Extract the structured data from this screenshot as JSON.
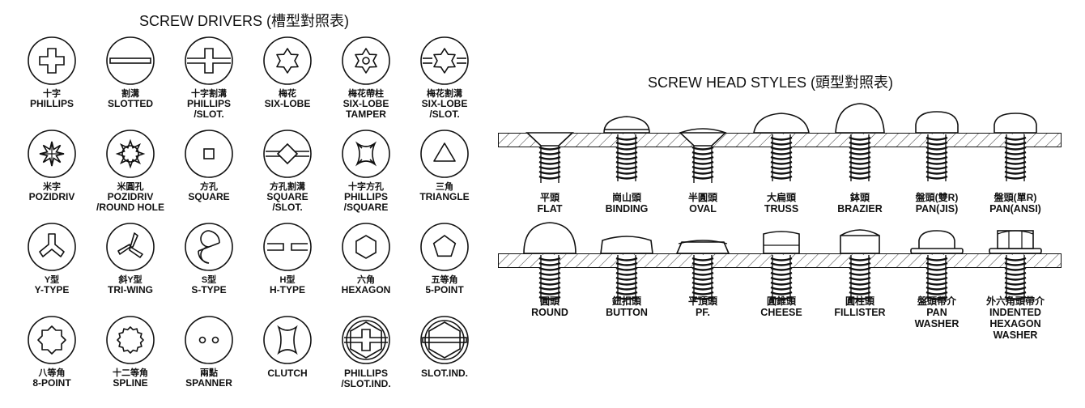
{
  "drivers_title": "SCREW DRIVERS (槽型對照表)",
  "heads_title": "SCREW HEAD STYLES (頭型對照表)",
  "drivers": [
    {
      "zh": "十字",
      "en": "PHILLIPS",
      "icon": "phillips-icon"
    },
    {
      "zh": "割溝",
      "en": "SLOTTED",
      "icon": "slotted-icon"
    },
    {
      "zh": "十字割溝",
      "en": "PHILLIPS\n/SLOT.",
      "icon": "phillips-slot-icon"
    },
    {
      "zh": "梅花",
      "en": "SIX-LOBE",
      "icon": "six-lobe-icon"
    },
    {
      "zh": "梅花帶柱",
      "en": "SIX-LOBE\nTAMPER",
      "icon": "six-lobe-tamper-icon"
    },
    {
      "zh": "梅花割溝",
      "en": "SIX-LOBE\n/SLOT.",
      "icon": "six-lobe-slot-icon"
    },
    {
      "zh": "米字",
      "en": "POZIDRIV",
      "icon": "pozidriv-icon"
    },
    {
      "zh": "米圓孔",
      "en": "POZIDRIV\n/ROUND HOLE",
      "icon": "pozidriv-round-hole-icon"
    },
    {
      "zh": "方孔",
      "en": "SQUARE",
      "icon": "square-icon"
    },
    {
      "zh": "方孔割溝",
      "en": "SQUARE\n/SLOT.",
      "icon": "square-slot-icon"
    },
    {
      "zh": "十字方孔",
      "en": "PHILLIPS\n/SQUARE",
      "icon": "phillips-square-icon"
    },
    {
      "zh": "三角",
      "en": "TRIANGLE",
      "icon": "triangle-icon"
    },
    {
      "zh": "Y型",
      "en": "Y-TYPE",
      "icon": "y-type-icon"
    },
    {
      "zh": "斜Y型",
      "en": "TRI-WING",
      "icon": "tri-wing-icon"
    },
    {
      "zh": "S型",
      "en": "S-TYPE",
      "icon": "s-type-icon"
    },
    {
      "zh": "H型",
      "en": "H-TYPE",
      "icon": "h-type-icon"
    },
    {
      "zh": "六角",
      "en": "HEXAGON",
      "icon": "hexagon-icon"
    },
    {
      "zh": "五等角",
      "en": "5-POINT",
      "icon": "five-point-icon"
    },
    {
      "zh": "八等角",
      "en": "8-POINT",
      "icon": "eight-point-icon"
    },
    {
      "zh": "十二等角",
      "en": "SPLINE",
      "icon": "spline-icon"
    },
    {
      "zh": "兩點",
      "en": "SPANNER",
      "icon": "spanner-icon"
    },
    {
      "zh": "",
      "en": "CLUTCH",
      "icon": "clutch-icon"
    },
    {
      "zh": "",
      "en": "PHILLIPS\n/SLOT.IND.",
      "icon": "phillips-slot-ind-icon"
    },
    {
      "zh": "",
      "en": "SLOT.IND.",
      "icon": "slot-ind-icon"
    }
  ],
  "heads_row1": [
    {
      "zh": "平頭",
      "en": "FLAT",
      "icon": "flat-head-icon"
    },
    {
      "zh": "崗山頭",
      "en": "BINDING",
      "icon": "binding-head-icon"
    },
    {
      "zh": "半圓頭",
      "en": "OVAL",
      "icon": "oval-head-icon"
    },
    {
      "zh": "大扁頭",
      "en": "TRUSS",
      "icon": "truss-head-icon"
    },
    {
      "zh": "鉢頭",
      "en": "BRAZIER",
      "icon": "brazier-head-icon"
    },
    {
      "zh": "盤頭(雙R)",
      "en": "PAN(JIS)",
      "icon": "pan-jis-head-icon"
    },
    {
      "zh": "盤頭(單R)",
      "en": "PAN(ANSI)",
      "icon": "pan-ansi-head-icon"
    }
  ],
  "heads_row2": [
    {
      "zh": "圓頭",
      "en": "ROUND",
      "icon": "round-head-icon"
    },
    {
      "zh": "鈕扣頭",
      "en": "BUTTON",
      "icon": "button-head-icon"
    },
    {
      "zh": "平頂頭",
      "en": "PF.",
      "icon": "pf-head-icon"
    },
    {
      "zh": "圓錐頭",
      "en": "CHEESE",
      "icon": "cheese-head-icon"
    },
    {
      "zh": "圓柱頭",
      "en": "FILLISTER",
      "icon": "fillister-head-icon"
    },
    {
      "zh": "盤頭帶介",
      "en": "PAN\nWASHER",
      "icon": "pan-washer-head-icon"
    },
    {
      "zh": "外六角頭帶介",
      "en": "INDENTED\nHEXAGON\nWASHER",
      "icon": "indented-hexagon-washer-head-icon"
    }
  ]
}
